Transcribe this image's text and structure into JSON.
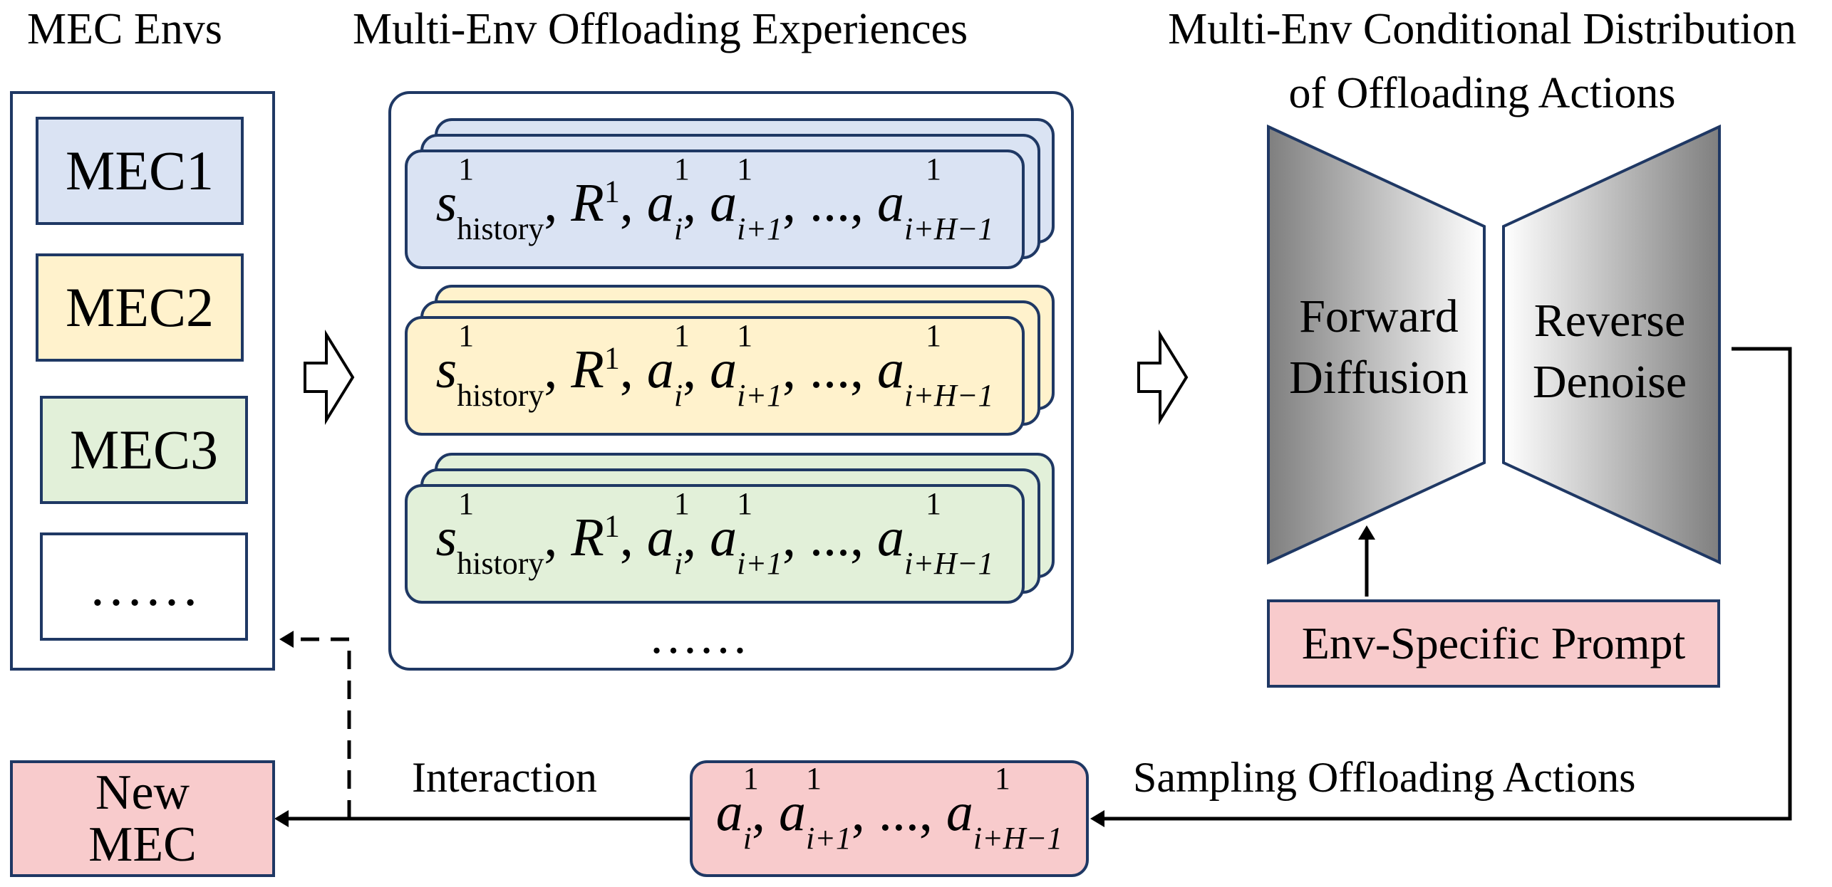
{
  "headers": {
    "mec_envs": "MEC Envs",
    "experiences": "Multi-Env Offloading Experiences",
    "distribution_line1": "Multi-Env Conditional Distribution",
    "distribution_line2": "of Offloading Actions"
  },
  "mec_envs": {
    "items": [
      {
        "label": "MEC1",
        "color": "#dae3f3"
      },
      {
        "label": "MEC2",
        "color": "#fff2cc"
      },
      {
        "label": "MEC3",
        "color": "#e2f0d9"
      },
      {
        "label": "……",
        "color": "#ffffff"
      }
    ]
  },
  "experiences": {
    "colors": [
      "#dae3f3",
      "#fff2cc",
      "#e2f0d9"
    ],
    "more": "……",
    "formula": {
      "s": "s",
      "s_sub": "history",
      "sup": "1",
      "R": "R",
      "a": "a",
      "sub_i": "i",
      "sub_i1": "i+1",
      "ellipsis": "...",
      "sub_last": "i+H−1",
      "comma": ","
    }
  },
  "diffusion": {
    "forward_line1": "Forward",
    "forward_line2": "Diffusion",
    "reverse_line1": "Reverse",
    "reverse_line2": "Denoise",
    "prompt": "Env-Specific Prompt"
  },
  "bottom": {
    "sampling": "Sampling Offloading Actions",
    "interaction": "Interaction",
    "new_mec_line1": "New",
    "new_mec_line2": "MEC"
  },
  "colors": {
    "border": "#1f3864",
    "pink": "#f8cbcc",
    "blue": "#dae3f3",
    "yellow": "#fff2cc",
    "green": "#e2f0d9"
  }
}
